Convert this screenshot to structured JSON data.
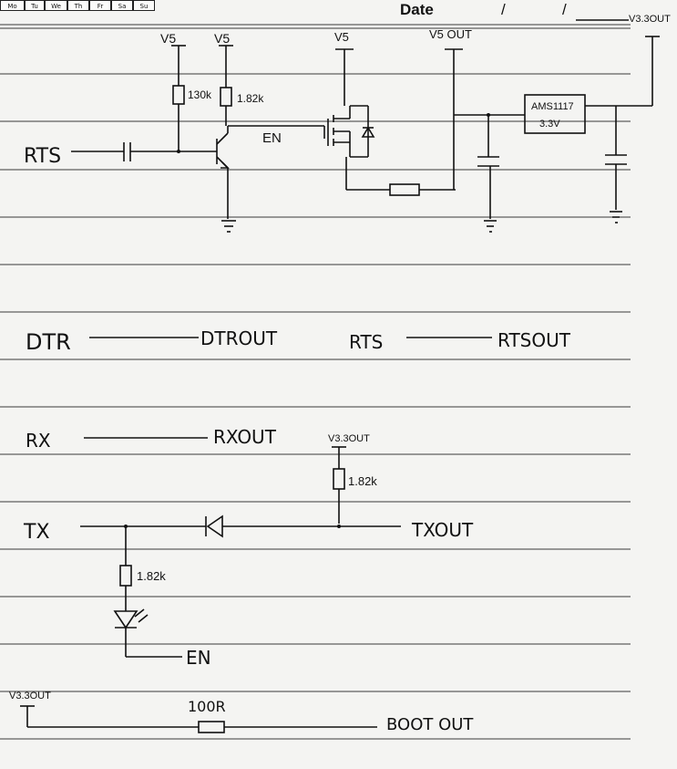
{
  "header": {
    "days": [
      "Mo",
      "Tu",
      "We",
      "Th",
      "Fr",
      "Sa",
      "Su"
    ],
    "date_label": "Date",
    "date_separators": [
      "/",
      "/"
    ]
  },
  "schematic_1": {
    "rts_in": "RTS",
    "v5_a": "V5",
    "v5_b": "V5",
    "v5_c": "V5",
    "v5out": "V5 OUT",
    "r_130k": "130k",
    "r_1_82k": "1.82k",
    "en": "EN",
    "regulator": "AMS1117",
    "regulator_v": "3.3V",
    "v33out": "V3.3OUT"
  },
  "schematic_2": {
    "dtr": "DTR",
    "dtrout": "DTROUT",
    "rts": "RTS",
    "rtsout": "RTSOUT"
  },
  "schematic_3": {
    "rx": "RX",
    "rxout": "RXOUT",
    "v33out": "V3.3OUT",
    "r_pullup": "1.82k",
    "tx": "TX",
    "txout": "TXOUT",
    "r_led": "1.82k",
    "en": "EN"
  },
  "schematic_4": {
    "v33out": "V3.3OUT",
    "r_boot": "100R",
    "bootout": "BOOT OUT"
  }
}
